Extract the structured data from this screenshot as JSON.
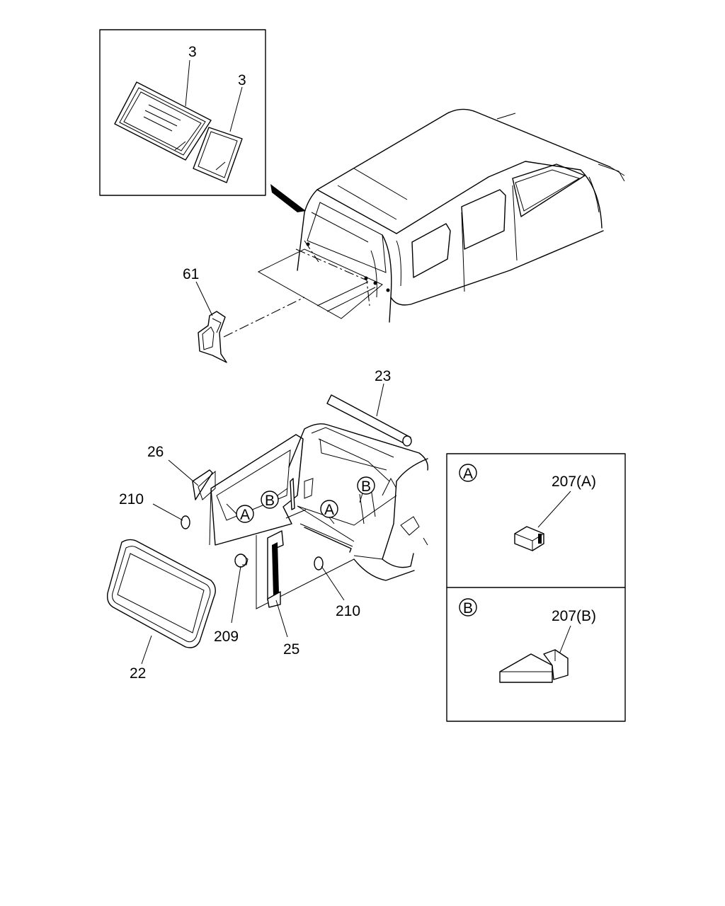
{
  "callouts": {
    "glass_a": "3",
    "glass_b": "3",
    "bracket": "61",
    "seal_top": "23",
    "strip": "26",
    "clip_left": "210",
    "clip_right": "210",
    "glass_seal": "22",
    "plug": "209",
    "trim": "25"
  },
  "markers": {
    "a": "A",
    "b": "B"
  },
  "detail_a": {
    "marker": "A",
    "part_label": "207(A)"
  },
  "detail_b": {
    "marker": "B",
    "part_label": "207(B)"
  }
}
